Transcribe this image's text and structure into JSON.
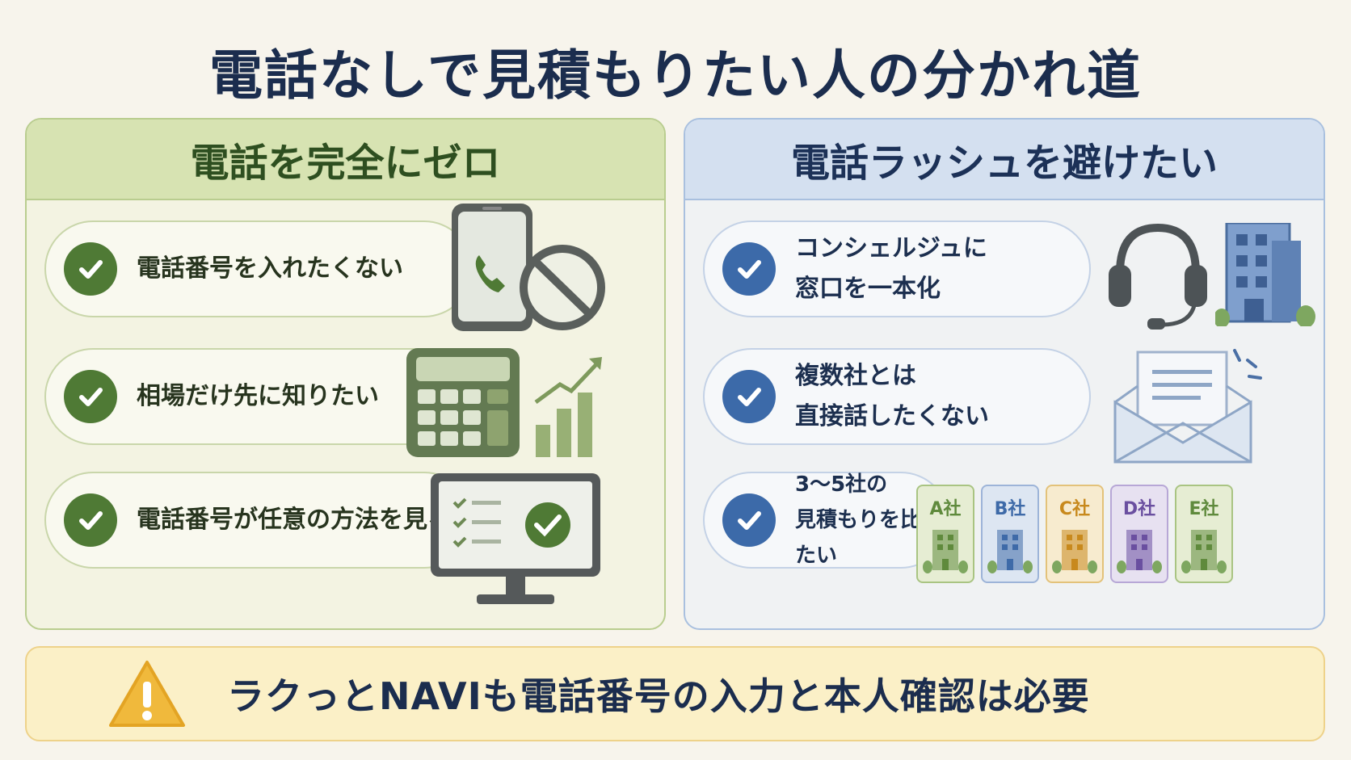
{
  "title": "電話なしで見積もりたい人の分かれ道",
  "left": {
    "heading": "電話を完全にゼロ",
    "items": [
      {
        "text": "電話番号を入れたくない"
      },
      {
        "text": "相場だけ先に知りたい"
      },
      {
        "text": "電話番号が任意の方法を見る"
      }
    ]
  },
  "right": {
    "heading": "電話ラッシュを避けたい",
    "items": [
      {
        "line1": "コンシェルジュに",
        "line2": "窓口を一本化"
      },
      {
        "line1": "複数社とは",
        "line2": "直接話したくない"
      },
      {
        "line1": "3〜5社の",
        "line2": "見積もりを比べたい"
      }
    ],
    "companies": [
      {
        "label": "A社",
        "color": "#5f8a3c",
        "bg": "#e6edd3",
        "border": "#a9c482"
      },
      {
        "label": "B社",
        "color": "#3e6aa8",
        "bg": "#dde6f2",
        "border": "#9db4d8"
      },
      {
        "label": "C社",
        "color": "#c8891d",
        "bg": "#f7ebcf",
        "border": "#e3c27a"
      },
      {
        "label": "D社",
        "color": "#6a4fa0",
        "bg": "#e7e1f1",
        "border": "#b7a7d6"
      },
      {
        "label": "E社",
        "color": "#5f8a3c",
        "bg": "#e6edd3",
        "border": "#a9c482"
      }
    ]
  },
  "warning": {
    "text": "ラクっとNAVIも電話番号の入力と本人確認は必要"
  },
  "colors": {
    "green_accent": "#4f7a35",
    "blue_accent": "#3c6aa9",
    "navy_text": "#1b2d4e",
    "warning_yellow": "#f0b93c"
  },
  "icons": [
    "check-icon",
    "smartphone-icon",
    "no-symbol-icon",
    "calculator-icon",
    "growth-chart-icon",
    "monitor-checklist-icon",
    "headset-icon",
    "building-icon",
    "envelope-icon",
    "warning-icon"
  ]
}
